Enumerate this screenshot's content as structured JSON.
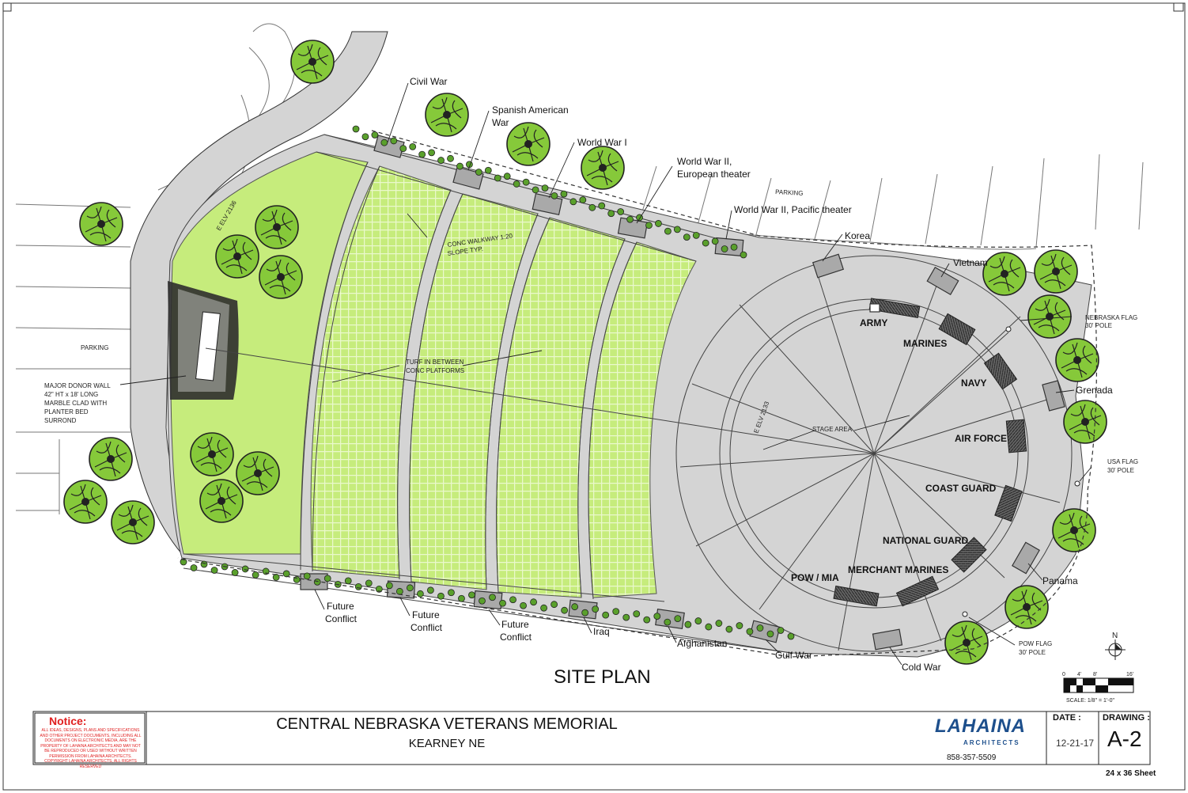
{
  "drawing": {
    "title": "SITE PLAN",
    "parking_labels": [
      "PARKING",
      "PARKING"
    ],
    "elevations": [
      "E ELV 2136",
      "E ELV 2133"
    ],
    "walkway_note": [
      "CONC WALKWAY 1:20",
      "SLOPE TYP."
    ],
    "turf_note": [
      "TURF IN BETWEEN",
      "CONC PLATFORMS"
    ],
    "stage_label": "STAGE AREA",
    "donor_wall_note": [
      "MAJOR DONOR WALL",
      "42\" HT x 18' LONG",
      "MARBLE CLAD WITH",
      "PLANTER BED",
      "SURROND"
    ],
    "flags": {
      "nebraska": [
        "NEBRASKA FLAG",
        "30' POLE"
      ],
      "usa": [
        "USA FLAG",
        "30' POLE"
      ],
      "pow": [
        "POW FLAG",
        "30' POLE"
      ]
    },
    "branches": [
      "ARMY",
      "MARINES",
      "NAVY",
      "AIR FORCE",
      "COAST GUARD",
      "NATIONAL GUARD",
      "MERCHANT MARINES",
      "POW / MIA"
    ],
    "conflicts_top": [
      {
        "label": "Civil War"
      },
      {
        "label": "Spanish American",
        "label2": "War"
      },
      {
        "label": "World War I"
      },
      {
        "label": "World War II,",
        "label2": "European theater"
      },
      {
        "label": "World War II, Pacific theater"
      },
      {
        "label": "Korea"
      },
      {
        "label": "Vietnam"
      },
      {
        "label": "Grenada"
      },
      {
        "label": "Panama"
      }
    ],
    "conflicts_bottom": [
      {
        "label": "Future",
        "label2": "Conflict"
      },
      {
        "label": "Future",
        "label2": "Conflict"
      },
      {
        "label": "Future",
        "label2": "Conflict"
      },
      {
        "label": "Iraq"
      },
      {
        "label": "Afghanistan"
      },
      {
        "label": "Gulf War"
      },
      {
        "label": "Cold War"
      }
    ],
    "north": "N",
    "scale": {
      "ticks": [
        "0",
        "4'",
        "8'",
        "16'"
      ],
      "text": "SCALE: 1/8\" = 1'-0\""
    }
  },
  "title_block": {
    "notice_heading": "Notice:",
    "notice_text": "ALL IDEAS, DESIGNS, PLANS AND SPECIFICATIONS AND OTHER PROJECT DOCUMENTS, INCLUDING ALL DOCUMENTS ON ELECTRONIC MEDIA, ARE THE PROPERTY OF LAHAINA ARCHITECTS AND MAY NOT BE REPRODUCED OR USED WITHOUT WRITTEN PERMISSION FROM LAHAINA ARCHITECTS. COPYRIGHT LAHAINA ARCHITECTS, ALL RIGHTS RESERVED",
    "project_name": "CENTRAL NEBRASKA VETERANS MEMORIAL",
    "location": "KEARNEY NE",
    "firm_logo": "LAHAINA",
    "firm_sub": "ARCHITECTS",
    "phone": "858-357-5509",
    "date_label": "DATE :",
    "date_value": "12-21-17",
    "drawing_label": "DRAWING :",
    "drawing_number": "A-2",
    "sheet_size": "24 x 36 Sheet"
  },
  "colors": {
    "turf": "#c6ec7c",
    "turf_grid": "#e8f7c8",
    "concrete": "#d4d4d4",
    "tree": "#86c93a",
    "plaque": "#a9a9a9",
    "branch_panel": "#8f8f8f",
    "notice": "#e02020",
    "logo": "#1d4f8c"
  }
}
